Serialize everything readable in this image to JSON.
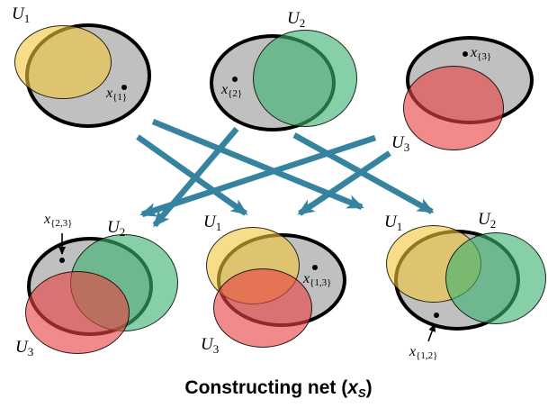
{
  "caption": {
    "prefix": "Constructing net (",
    "variable": "x",
    "subscript": "S",
    "suffix": ")"
  },
  "colors": {
    "background": "#ffffff",
    "universe_gray": "#c0c0c0",
    "outline_black": "#000000",
    "set_yellow": "rgba(242,198,60,0.60)",
    "set_green": "rgba(62,178,112,0.62)",
    "set_red": "rgba(232,66,66,0.62)",
    "arrow_teal": "#35839e"
  },
  "labels": [
    {
      "id": "u1-top",
      "base": "U",
      "sub": "1",
      "kind": "u"
    },
    {
      "id": "u2-top",
      "base": "U",
      "sub": "2",
      "kind": "u"
    },
    {
      "id": "u3-top",
      "base": "U",
      "sub": "3",
      "kind": "u"
    },
    {
      "id": "x1",
      "base": "x",
      "sub": "{1}",
      "kind": "x"
    },
    {
      "id": "x2",
      "base": "x",
      "sub": "{2}",
      "kind": "x"
    },
    {
      "id": "x3",
      "base": "x",
      "sub": "{3}",
      "kind": "x"
    },
    {
      "id": "u2-bl",
      "base": "U",
      "sub": "2",
      "kind": "u"
    },
    {
      "id": "u3-bl",
      "base": "U",
      "sub": "3",
      "kind": "u"
    },
    {
      "id": "x23",
      "base": "x",
      "sub": "{2,3}",
      "kind": "x"
    },
    {
      "id": "u1-bm",
      "base": "U",
      "sub": "1",
      "kind": "u"
    },
    {
      "id": "u3-bm",
      "base": "U",
      "sub": "3",
      "kind": "u"
    },
    {
      "id": "x13",
      "base": "x",
      "sub": "{1,3}",
      "kind": "x"
    },
    {
      "id": "u1-br",
      "base": "U",
      "sub": "1",
      "kind": "u"
    },
    {
      "id": "u2-br",
      "base": "U",
      "sub": "2",
      "kind": "u"
    },
    {
      "id": "x12",
      "base": "x",
      "sub": "{1,2}",
      "kind": "x"
    }
  ],
  "diagrams": [
    {
      "position": "top-left",
      "universe": "U1",
      "point": "x{1}",
      "fills": [
        "gray",
        "yellow"
      ]
    },
    {
      "position": "top-middle",
      "universe": "U2",
      "point": "x{2}",
      "fills": [
        "gray",
        "green"
      ]
    },
    {
      "position": "top-right",
      "universe": "U3",
      "point": "x{3}",
      "fills": [
        "gray",
        "red"
      ]
    },
    {
      "position": "bottom-left",
      "universe": [
        "U2",
        "U3"
      ],
      "point": "x{2,3}",
      "fills": [
        "gray",
        "green",
        "red"
      ]
    },
    {
      "position": "bottom-middle",
      "universe": [
        "U1",
        "U3"
      ],
      "point": "x{1,3}",
      "fills": [
        "gray",
        "yellow",
        "red"
      ]
    },
    {
      "position": "bottom-right",
      "universe": [
        "U1",
        "U2"
      ],
      "point": "x{1,2}",
      "fills": [
        "gray",
        "yellow",
        "green"
      ]
    }
  ],
  "arrows": [
    {
      "from": "U1",
      "to": "bottom-middle"
    },
    {
      "from": "U1",
      "to": "bottom-right"
    },
    {
      "from": "U2",
      "to": "bottom-left"
    },
    {
      "from": "U2",
      "to": "bottom-right"
    },
    {
      "from": "U3",
      "to": "bottom-left"
    },
    {
      "from": "U3",
      "to": "bottom-middle"
    }
  ]
}
